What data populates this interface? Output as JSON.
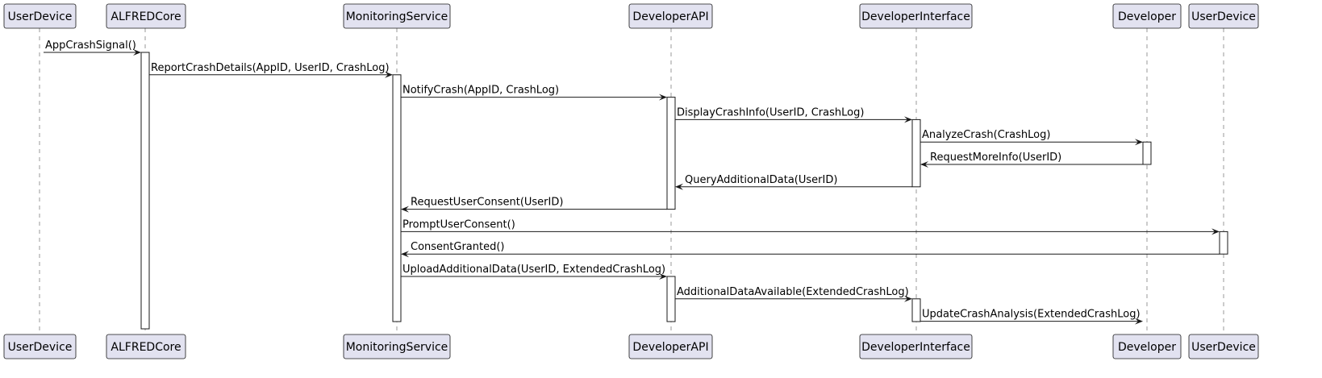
{
  "participants": [
    {
      "id": "user1",
      "name": "UserDevice"
    },
    {
      "id": "alfred",
      "name": "ALFREDCore"
    },
    {
      "id": "monitor",
      "name": "MonitoringService"
    },
    {
      "id": "devapi",
      "name": "DeveloperAPI"
    },
    {
      "id": "devui",
      "name": "DeveloperInterface"
    },
    {
      "id": "dev",
      "name": "Developer"
    },
    {
      "id": "user2",
      "name": "UserDevice"
    }
  ],
  "messages": [
    {
      "from": "user1",
      "to": "alfred",
      "label": "AppCrashSignal()"
    },
    {
      "from": "alfred",
      "to": "monitor",
      "label": "ReportCrashDetails(AppID, UserID, CrashLog)"
    },
    {
      "from": "monitor",
      "to": "devapi",
      "label": "NotifyCrash(AppID, CrashLog)"
    },
    {
      "from": "devapi",
      "to": "devui",
      "label": "DisplayCrashInfo(UserID, CrashLog)"
    },
    {
      "from": "devui",
      "to": "dev",
      "label": "AnalyzeCrash(CrashLog)"
    },
    {
      "from": "dev",
      "to": "devui",
      "label": "RequestMoreInfo(UserID)"
    },
    {
      "from": "devui",
      "to": "devapi",
      "label": "QueryAdditionalData(UserID)"
    },
    {
      "from": "devapi",
      "to": "monitor",
      "label": "RequestUserConsent(UserID)"
    },
    {
      "from": "monitor",
      "to": "user2",
      "label": "PromptUserConsent()"
    },
    {
      "from": "user2",
      "to": "monitor",
      "label": "ConsentGranted()"
    },
    {
      "from": "monitor",
      "to": "devapi",
      "label": "UploadAdditionalData(UserID, ExtendedCrashLog)"
    },
    {
      "from": "devapi",
      "to": "devui",
      "label": "AdditionalDataAvailable(ExtendedCrashLog)"
    },
    {
      "from": "devui",
      "to": "dev",
      "label": "UpdateCrashAnalysis(ExtendedCrashLog)"
    }
  ],
  "activations": [
    {
      "participant": "alfred",
      "start_step": 0,
      "end_step": null
    },
    {
      "participant": "monitor",
      "start_step": 1,
      "end_step": 12
    },
    {
      "participant": "devapi",
      "start_step": 2,
      "end_step": 7
    },
    {
      "participant": "devui",
      "start_step": 3,
      "end_step": 6
    },
    {
      "participant": "dev",
      "start_step": 4,
      "end_step": 5
    },
    {
      "participant": "user2",
      "start_step": 8,
      "end_step": 9
    },
    {
      "participant": "devapi",
      "start_step": 10,
      "end_step": 12
    },
    {
      "participant": "devui",
      "start_step": 11,
      "end_step": 12
    }
  ],
  "colors": {
    "participant_fill": "#E2E2F0",
    "border": "#181818",
    "lifeline": "#999999"
  }
}
